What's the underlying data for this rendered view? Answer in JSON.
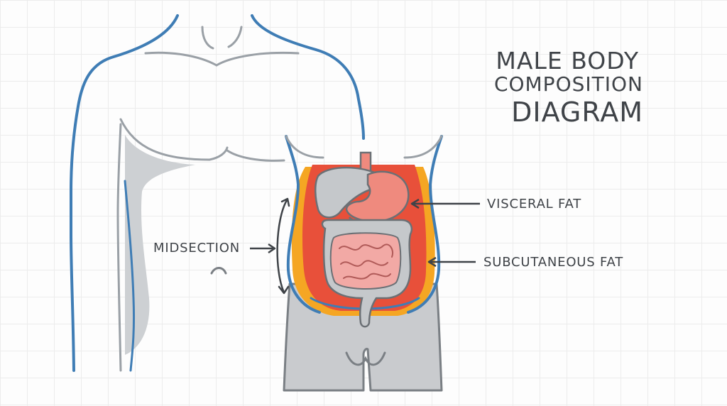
{
  "title": {
    "line1": "MALE BODY",
    "line2": "COMPOSITION",
    "line3": "DIAGRAM"
  },
  "labels": {
    "midsection": "MIDSECTION",
    "visceral_fat": "VISCERAL FAT",
    "subcutaneous_fat": "SUBCUTANEOUS FAT"
  },
  "colors": {
    "body_outline": "#3f7db5",
    "body_fill": "#ffffff",
    "skin_shadow": "#cdd0d3",
    "waist_gray": "#c9cbce",
    "subcutaneous_fat": "#f5a623",
    "visceral_fat": "#e8503a",
    "stomach": "#ef8a7e",
    "intestine": "#f2a9a5",
    "organ_gray": "#c5c8cb",
    "organ_outline": "#6b7075",
    "text": "#3f4348"
  }
}
